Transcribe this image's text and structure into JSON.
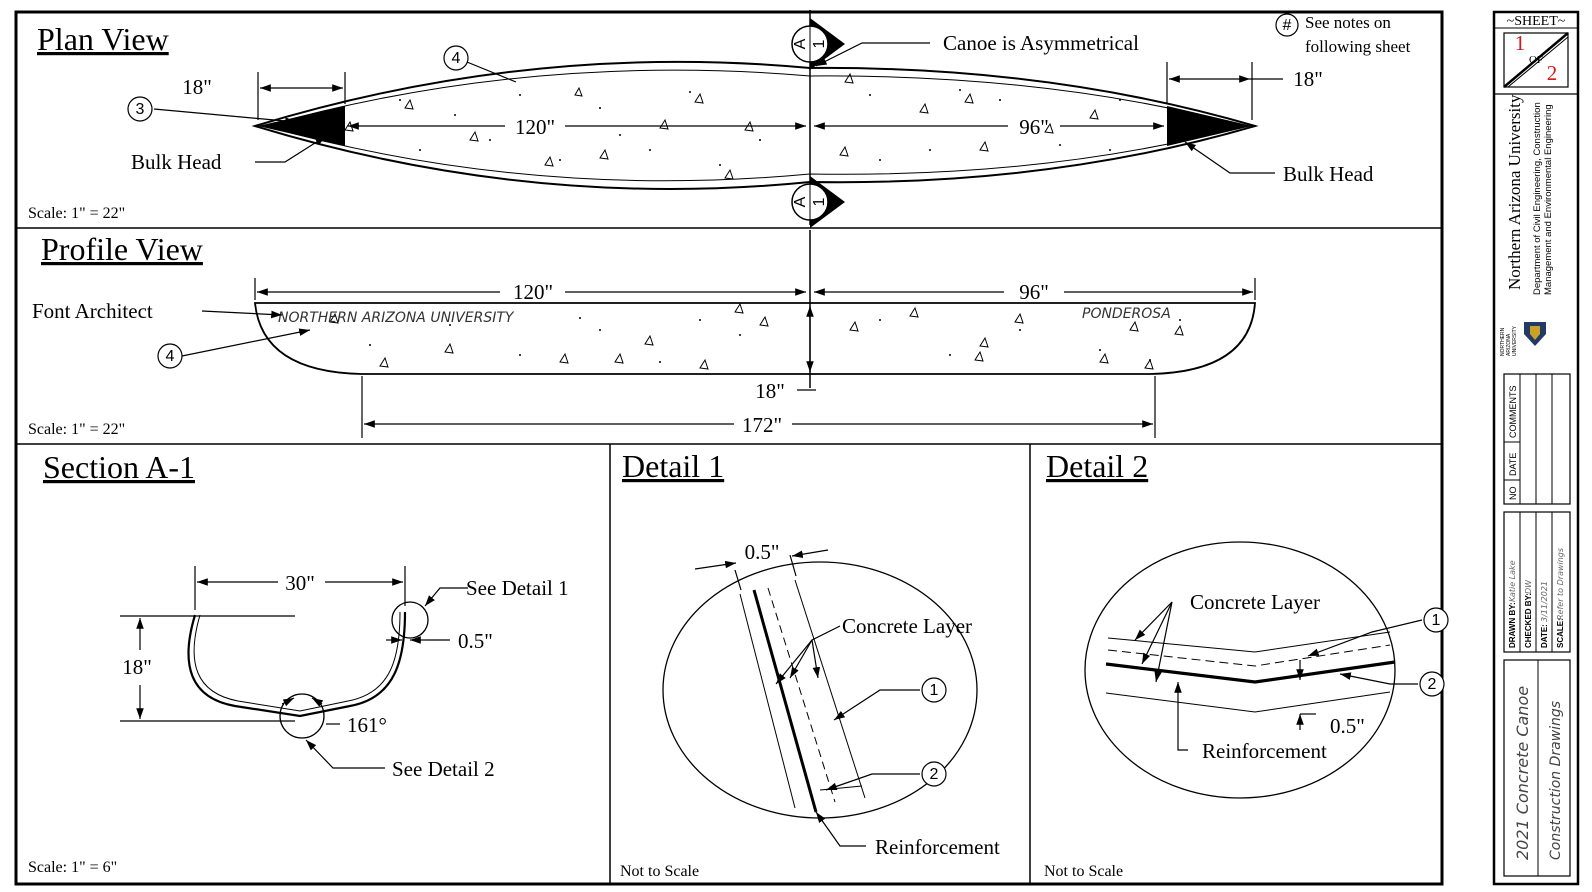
{
  "plan": {
    "title": "Plan View",
    "left_dim": "120\"",
    "right_dim": "96\"",
    "left_tip_dim": "18\"",
    "right_tip_dim": "18\"",
    "asym_note": "Canoe is Asymmetrical",
    "bulkhead_left": "Bulk Head",
    "bulkhead_right": "Bulk Head",
    "callout_3": "3",
    "callout_4": "4",
    "section_mark_letter": "A",
    "section_mark_num": "1",
    "scale": "Scale: 1\" = 22\""
  },
  "notes": {
    "symbol": "#",
    "line1": "See notes on",
    "line2": "following sheet"
  },
  "profile": {
    "title": "Profile View",
    "left_dim": "120\"",
    "right_dim": "96\"",
    "depth_dim": "18\"",
    "bottom_dim": "172\"",
    "font_label": "Font Architect",
    "text_left": "NORTHERN ARIZONA UNIVERSITY",
    "text_right": "PONDEROSA",
    "callout_4": "4",
    "scale": "Scale: 1\" = 22\""
  },
  "section": {
    "title": "Section A-1",
    "width_dim": "30\"",
    "height_dim": "18\"",
    "thickness_dim": "0.5\"",
    "angle": "161°",
    "see_detail_1": "See Detail 1",
    "see_detail_2": "See Detail 2",
    "scale": "Scale: 1\" = 6\""
  },
  "detail1": {
    "title": "Detail 1",
    "thickness_dim": "0.5\"",
    "concrete": "Concrete Layer",
    "reinforcement": "Reinforcement",
    "callout_1": "1",
    "callout_2": "2",
    "scale": "Not to Scale"
  },
  "detail2": {
    "title": "Detail 2",
    "thickness_dim": "0.5\"",
    "concrete": "Concrete Layer",
    "reinforcement": "Reinforcement",
    "callout_1": "1",
    "callout_2": "2",
    "scale": "Not to Scale"
  },
  "titleblock": {
    "sheet_label": "~SHEET~",
    "sheet_num": "1",
    "of": "OF",
    "sheet_total": "2",
    "university": "Northern Arizona University",
    "dept_line1": "Department of Civil Engineering, Construction",
    "dept_line2": "Management and Environmental Engineering",
    "logo_text_1": "NORTHERN",
    "logo_text_2": "ARIZONA",
    "logo_text_3": "UNIVERSITY",
    "rev_comments": "COMMENTS",
    "rev_date": "DATE",
    "rev_no": "NO",
    "drawn_by_label": "DRAWN BY:",
    "drawn_by": "Katie Lake",
    "checked_by_label": "CHECKED BY:",
    "checked_by": "DW",
    "date_label": "DATE:",
    "date": "3/11/2021",
    "scale_label": "SCALE:",
    "scale": "Refer to Drawings",
    "project_line1": "2021 Concrete Canoe",
    "project_line2": "Construction Drawings",
    "red_color": "#d11a1a"
  }
}
